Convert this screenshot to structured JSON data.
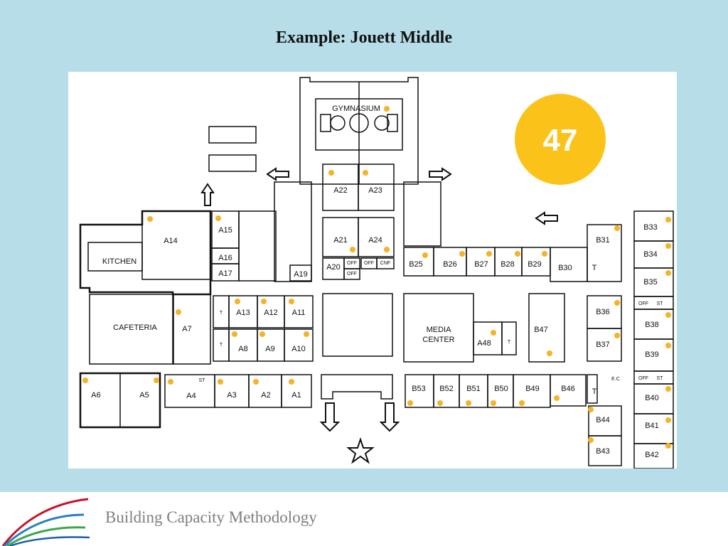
{
  "title": "Example: Jouett Middle",
  "badge": {
    "count": "47",
    "color": "#fbc31a"
  },
  "footer": {
    "text": "Building Capacity Methodology"
  },
  "colors": {
    "background": "#b7dde8",
    "dot": "#f6b323",
    "wall": "#111111"
  },
  "rooms": {
    "gymnasium": "GYMNASIUM",
    "kitchen": "KITCHEN",
    "cafeteria": "CAFETERIA",
    "media1": "MEDIA",
    "media2": "CENTER",
    "a14": "A14",
    "a15": "A15",
    "a16": "A16",
    "a17": "A17",
    "a19": "A19",
    "a20": "A20",
    "a21": "A21",
    "a22": "A22",
    "a23": "A23",
    "a24": "A24",
    "a13": "A13",
    "a12": "A12",
    "a11": "A11",
    "a8": "A8",
    "a9": "A9",
    "a10": "A10",
    "a7": "A7",
    "a6": "A6",
    "a5": "A5",
    "a4": "A4",
    "a3": "A3",
    "a2": "A2",
    "a1": "A1",
    "a48": "A48",
    "b47": "B47",
    "b25": "B25",
    "b26": "B26",
    "b27": "B27",
    "b28": "B28",
    "b29": "B29",
    "b30": "B30",
    "b31": "B31",
    "b33": "B33",
    "b34": "B34",
    "b35": "B35",
    "b36": "B36",
    "b37": "B37",
    "b38": "B38",
    "b39": "B39",
    "b40": "B40",
    "b41": "B41",
    "b42": "B42",
    "b43": "B43",
    "b44": "B44",
    "b46": "B46",
    "b49": "B49",
    "b50": "B50",
    "b51": "B51",
    "b52": "B52",
    "b53": "B53"
  },
  "small_labels": {
    "t": "T",
    "off": "OFF",
    "cnf": "CNF",
    "st": "ST",
    "ec": "E.C"
  }
}
